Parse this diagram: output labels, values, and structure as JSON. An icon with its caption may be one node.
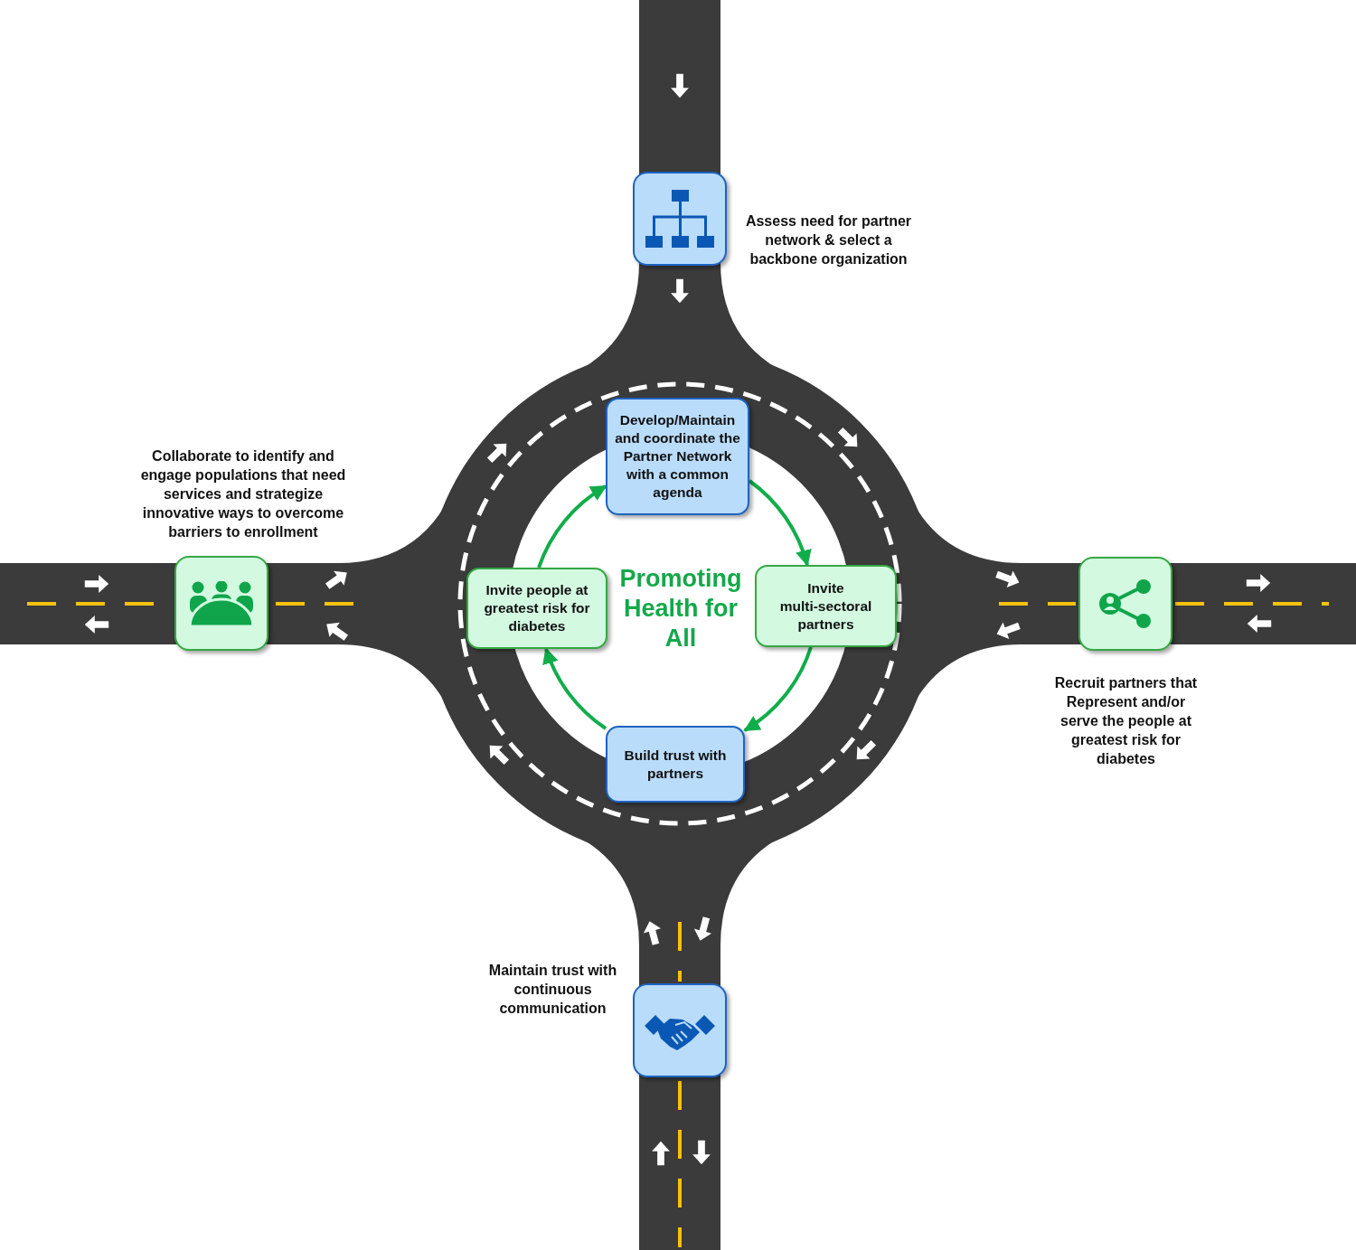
{
  "diagram": {
    "title": "Promoting Health for All",
    "nodes": [
      {
        "text": [],
        "shape": "box",
        "beside": [
          "Assess need for partner network & select a backbone organization"
        ]
      },
      {
        "text": [
          "Develop/Maintain and coordinate the Partner Network with a common agenda"
        ]
      },
      {
        "text": [],
        "shape": "box",
        "beside": [
          "Collaborate to identify and engage populations that need services and strategize innovative ways to overcome barriers to enrollment"
        ]
      },
      {
        "text": [
          "Invite people at greatest risk for diabetes"
        ]
      },
      {
        "text": [
          "Invite multi-sectoral partners"
        ]
      },
      {
        "text": [],
        "shape": "box",
        "beside": [
          "Recruit partners that Represent and/or serve the people at greatest risk for diabetes"
        ]
      },
      {
        "text": [
          "Build trust with partners"
        ]
      },
      {
        "text": [],
        "shape": "box",
        "beside": [
          "Maintain trust with continuous communication"
        ]
      }
    ],
    "edges": [
      {
        "from": 1,
        "to": 4,
        "arrow": "to"
      },
      {
        "from": 4,
        "to": 6,
        "arrow": "to"
      },
      {
        "from": 6,
        "to": 3,
        "arrow": "to"
      },
      {
        "from": 3,
        "to": 1,
        "arrow": "to"
      }
    ]
  }
}
